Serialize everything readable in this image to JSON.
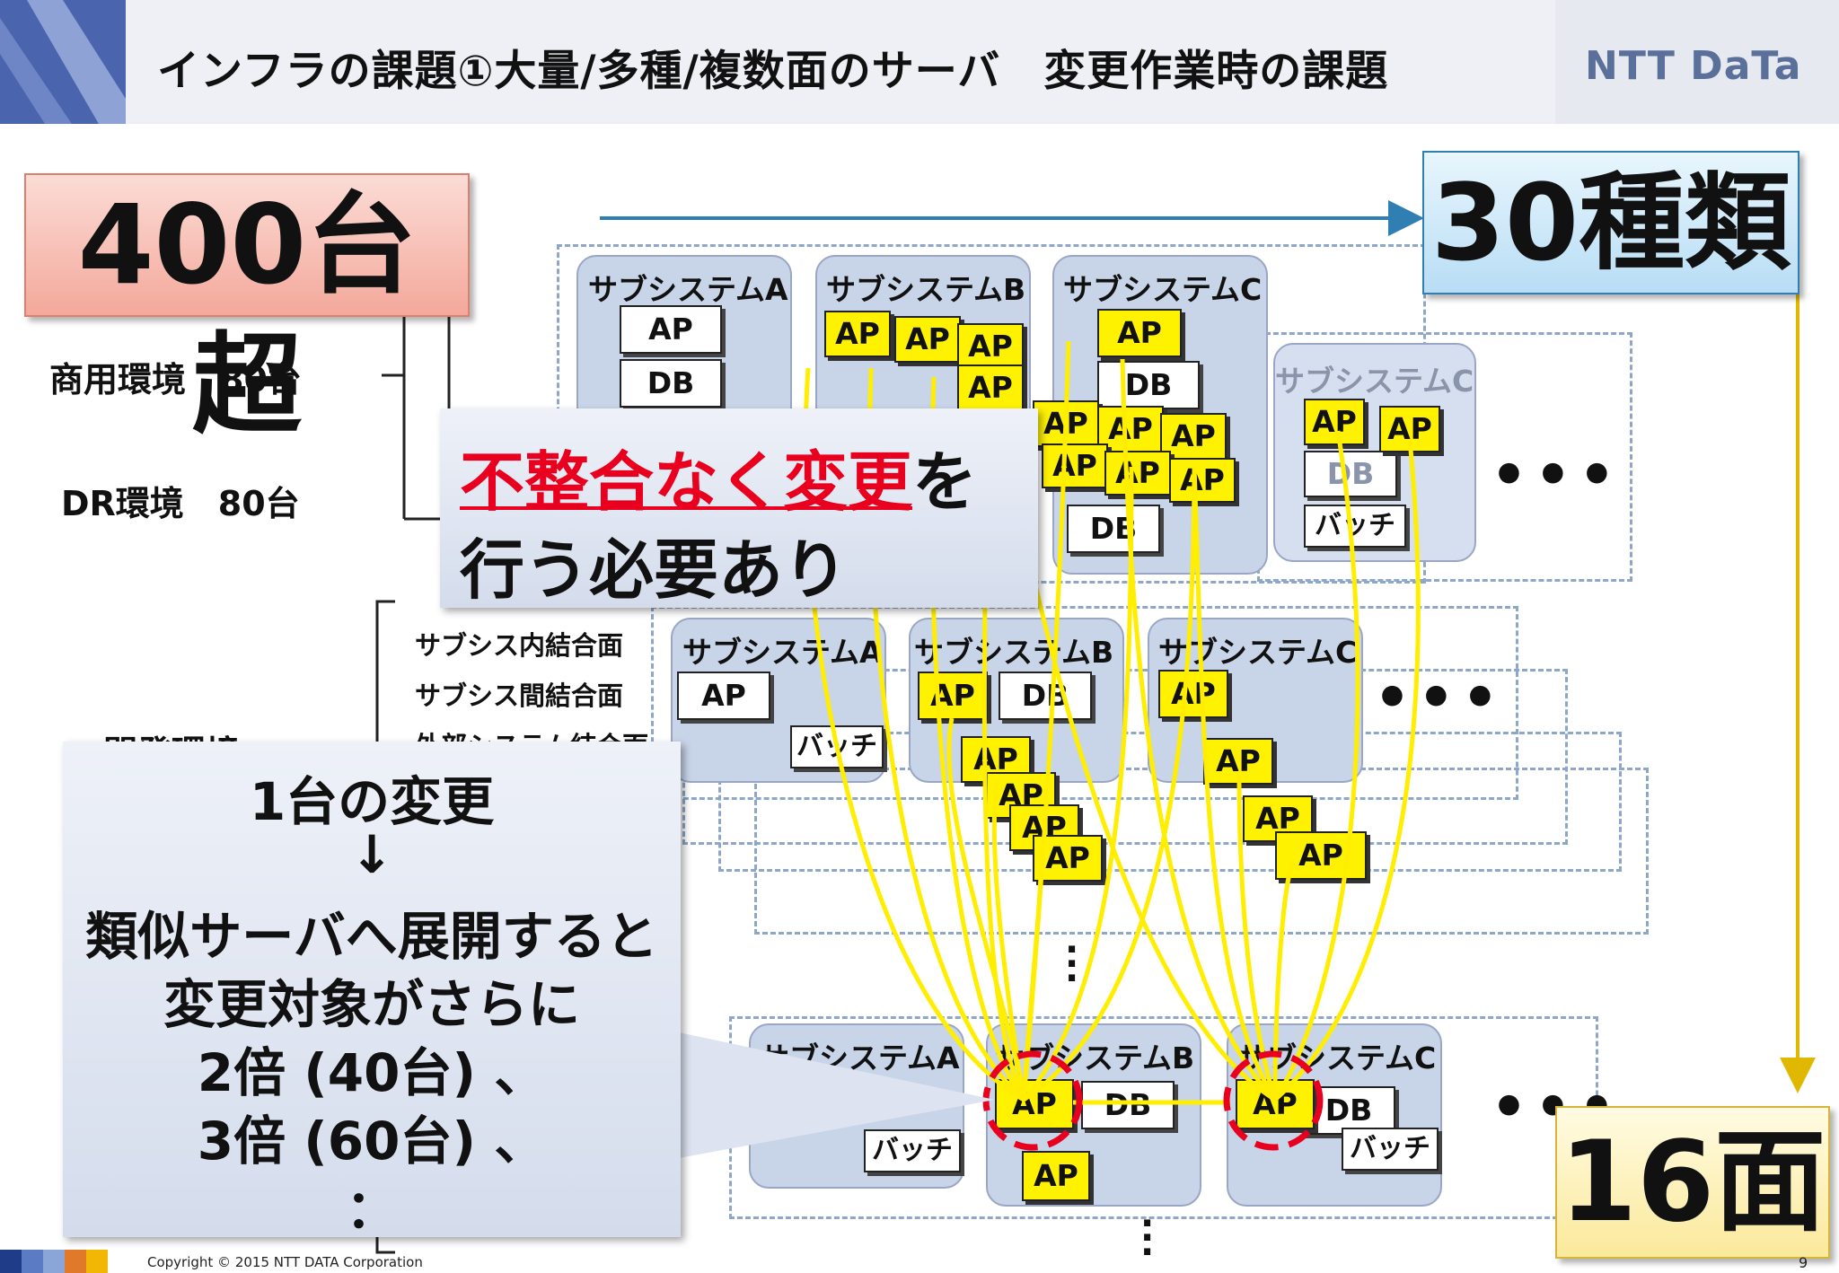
{
  "header": {
    "title": "インフラの課題①大量/多種/複数面のサーバ　変更作業時の課題",
    "logo": "NTT DaTa"
  },
  "badges": {
    "count": "400台超",
    "types": "30種類",
    "faces": "16面"
  },
  "environments": {
    "prod": "商用環境　80台",
    "dr": "DR環境　80台",
    "dev": "開発環境",
    "dev_faces": [
      "サブシス内結合面",
      "サブシス間結合面",
      "外部システム結合面"
    ]
  },
  "subsystems": {
    "a": "サブシステムA",
    "b": "サブシステムB",
    "c": "サブシステムC"
  },
  "nodes": {
    "ap": "AP",
    "db": "DB",
    "batch": "バッチ"
  },
  "callout1": {
    "red": "不整合なく変更",
    "suffix": "を",
    "line2": "行う必要あり"
  },
  "callout2": {
    "line1": "1台の変更",
    "arrow": "↓",
    "line2": "類似サーバへ展開すると",
    "line3": "変更対象がさらに",
    "line4": "2倍 (40台) 、",
    "line5": "3倍 (60台) 、",
    "line6": "："
  },
  "ellipsis": "•••",
  "footer": {
    "copyright": "Copyright © 2015 NTT DATA Corporation",
    "page": "9"
  },
  "colors": {
    "accent_red": "#e8001e",
    "ap_yellow": "#fff200",
    "arrow_blue": "#2f7fb3"
  }
}
